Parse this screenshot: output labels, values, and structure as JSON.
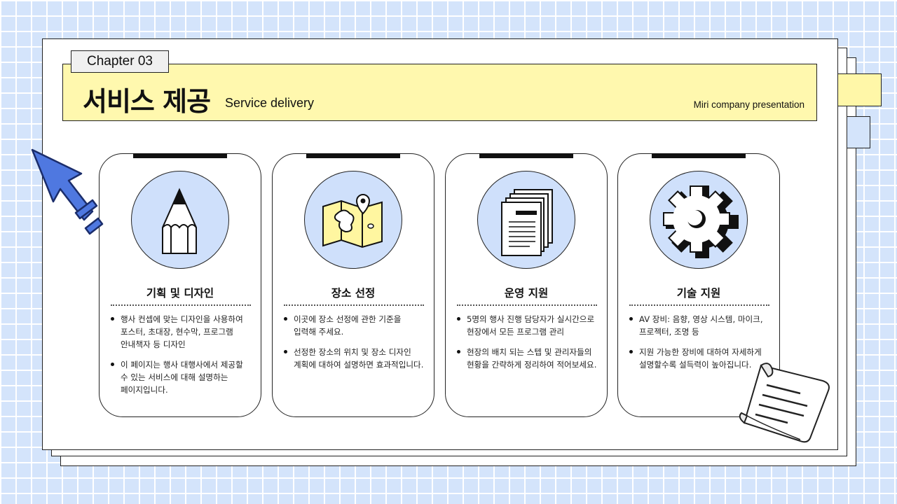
{
  "header": {
    "chapter": "Chapter 03",
    "title": "서비스 제공",
    "subtitle": "Service delivery",
    "company": "Miri company presentation"
  },
  "cards": [
    {
      "icon": "pencil-icon",
      "title": "기획 및 디자인",
      "bullets": [
        "행사 컨셉에 맞는 디자인을 사용하여 포스터, 초대장, 현수막, 프로그램 안내책자 등 디자인",
        "이 페이지는 행사 대행사에서 제공할 수 있는 서비스에 대해 설명하는 페이지입니다."
      ]
    },
    {
      "icon": "map-icon",
      "title": "장소 선정",
      "bullets": [
        "이곳에 장소 선정에 관한 기준을 입력해 주세요.",
        "선정한 장소의 위치 및 장소 디자인 계획에 대하여 설명하면 효과적입니다."
      ]
    },
    {
      "icon": "documents-icon",
      "title": "운영 지원",
      "bullets": [
        "5명의 행사 진행 담당자가 실시간으로 현장에서 모든 프로그램 관리",
        "현장의 배치 되는 스텝 및 관리자들의 현황을 간략하게 정리하여 적어보세요."
      ]
    },
    {
      "icon": "gear-icon",
      "title": "기술 지원",
      "bullets": [
        "AV 장비: 음향, 영상 시스템, 마이크, 프로젝터, 조명 등",
        "지원 가능한 장비에 대하여 자세하게 설명할수록 설득력이 높아집니다."
      ]
    }
  ],
  "decorations": {
    "arrow_icon": "cursor-arrow-icon",
    "scroll_icon": "paper-scroll-icon"
  },
  "colors": {
    "background": "#d4e4fb",
    "accent_yellow": "#fff8ae",
    "accent_blue": "#cfe0fb",
    "arrow_blue": "#4f78e0"
  }
}
